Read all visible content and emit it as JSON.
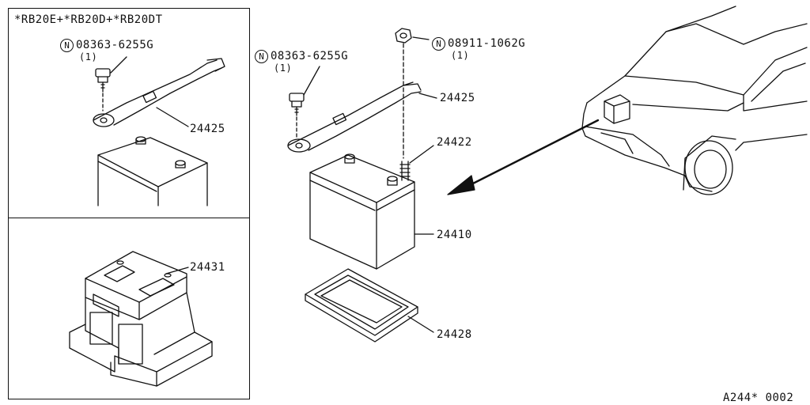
{
  "inset_top": {
    "variant_label": "*RB20E+*RB20D+*RB20DT",
    "bolt_part": "08363-6255G",
    "bolt_qty": "(1)",
    "cable_part": "24425"
  },
  "inset_bottom": {
    "holder_part": "24431"
  },
  "main": {
    "bolt_left_part": "08363-6255G",
    "bolt_left_qty": "(1)",
    "nut_part": "08911-1062G",
    "nut_qty": "(1)",
    "cable_part": "24425",
    "stud_part": "24422",
    "battery_part": "24410",
    "tray_part": "24428"
  },
  "badge_letter": "N",
  "figure_code": "A244* 0002"
}
